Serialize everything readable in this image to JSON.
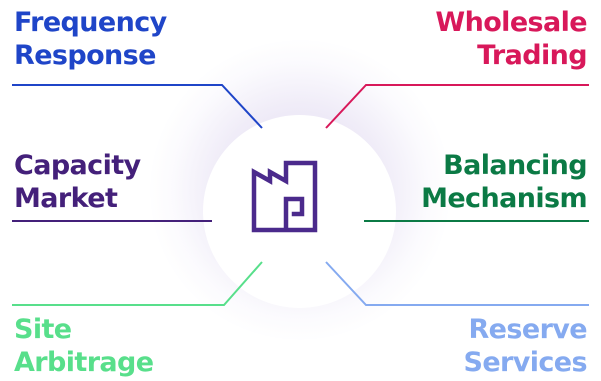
{
  "services": {
    "frequency_response": {
      "line1": "Frequency",
      "line2": "Response",
      "color": "#1f45c8"
    },
    "wholesale_trading": {
      "line1": "Wholesale",
      "line2": "Trading",
      "color": "#d8185a"
    },
    "capacity_market": {
      "line1": "Capacity",
      "line2": "Market",
      "color": "#44207a"
    },
    "balancing_mechanism": {
      "line1": "Balancing",
      "line2": "Mechanism",
      "color": "#0b7a45"
    },
    "site_arbitrage": {
      "line1": "Site",
      "line2": "Arbitrage",
      "color": "#58df8b"
    },
    "reserve_services": {
      "line1": "Reserve",
      "line2": "Services",
      "color": "#85aaf0"
    }
  },
  "hub": {
    "icon": "factory-icon",
    "icon_color": "#4b2a8c"
  }
}
